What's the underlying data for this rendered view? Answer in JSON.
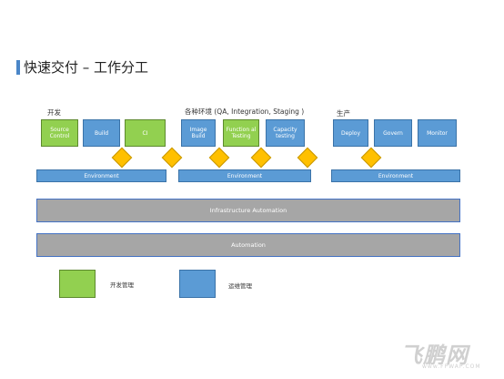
{
  "title": "快速交付 – 工作分工",
  "sections": {
    "dev": "开发",
    "envs": "各种环境 (QA, Integration, Staging )",
    "prod": "生产"
  },
  "boxes": {
    "source_control": "Source Control",
    "build": "Build",
    "ci": "CI",
    "image_build": "Image Build",
    "functional_testing": "Function al Testing",
    "capacity_testing": "Capacity testing",
    "deploy": "Deploy",
    "govern": "Govern",
    "monitor": "Monitor"
  },
  "environment_label": "Environment",
  "infrastructure": "Infrastructure Automation",
  "automation": "Automation",
  "legend": {
    "dev_mgmt": "开发管理",
    "ops_mgmt": "运维管理"
  },
  "watermark": {
    "main": "飞鹏网",
    "sub": "www.FPWAP.COM"
  },
  "colors": {
    "green": "#92d050",
    "blue": "#5b9bd5",
    "diamond": "#ffc000",
    "bar": "#a6a6a6"
  }
}
